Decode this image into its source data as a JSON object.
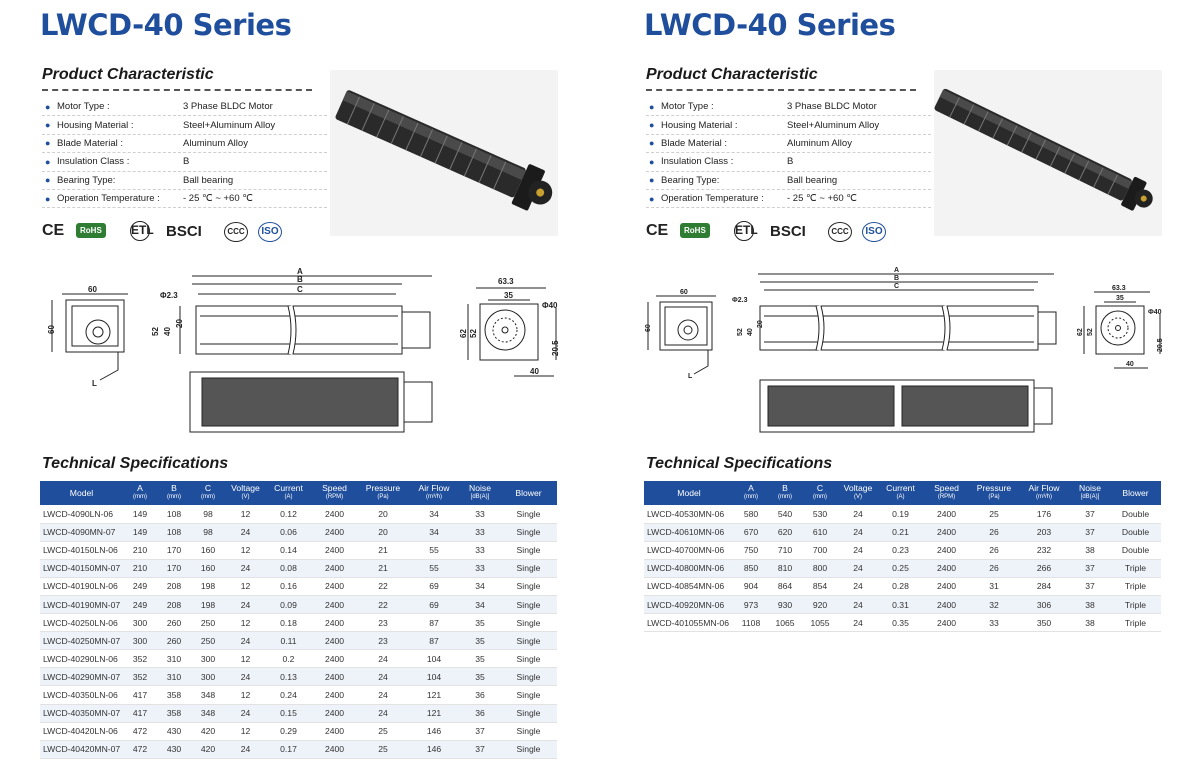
{
  "pages": [
    {
      "title": "LWCD-40 Series",
      "product_characteristic_title": "Product Characteristic",
      "characteristics": [
        {
          "key": "Motor Type :",
          "value": "3 Phase BLDC Motor"
        },
        {
          "key": "Housing Material :",
          "value": "Steel+Aluminum Alloy"
        },
        {
          "key": "Blade Material :",
          "value": "Aluminum Alloy"
        },
        {
          "key": "Insulation Class :",
          "value": "B"
        },
        {
          "key": "Bearing Type:",
          "value": "Ball bearing"
        },
        {
          "key": "Operation Temperature :",
          "value": "- 25 ℃ ~ +60 ℃"
        }
      ],
      "certifications": [
        "CE",
        "RoHS",
        "ETL",
        "BSCI",
        "CCC",
        "ISO"
      ],
      "drawing_labels": {
        "side_60_w": "60",
        "side_60_h": "60",
        "side_L": "L",
        "dia": "Φ2.3",
        "dim_A": "A",
        "dim_B": "B",
        "dim_C": "C",
        "dim_52": "52",
        "dim_40": "40",
        "dim_20": "20",
        "end_63": "63.3",
        "end_35": "35",
        "end_phi40": "Φ40",
        "end_62": "62",
        "end_52": "52",
        "end_20": "20.5",
        "end_40": "40"
      },
      "technical_specifications_title": "Technical Specifications",
      "table_headers": [
        {
          "label": "Model",
          "unit": ""
        },
        {
          "label": "A",
          "unit": "(mm)"
        },
        {
          "label": "B",
          "unit": "(mm)"
        },
        {
          "label": "C",
          "unit": "(mm)"
        },
        {
          "label": "Voltage",
          "unit": "(V)"
        },
        {
          "label": "Current",
          "unit": "(A)"
        },
        {
          "label": "Speed",
          "unit": "(RPM)"
        },
        {
          "label": "Pressure",
          "unit": "(Pa)"
        },
        {
          "label": "Air Flow",
          "unit": "(m³/h)"
        },
        {
          "label": "Noise",
          "unit": "[dB(A)]"
        },
        {
          "label": "Blower",
          "unit": ""
        }
      ],
      "table_rows": [
        [
          "LWCD-4090LN-06",
          "149",
          "108",
          "98",
          "12",
          "0.12",
          "2400",
          "20",
          "34",
          "33",
          "Single"
        ],
        [
          "LWCD-4090MN-07",
          "149",
          "108",
          "98",
          "24",
          "0.06",
          "2400",
          "20",
          "34",
          "33",
          "Single"
        ],
        [
          "LWCD-40150LN-06",
          "210",
          "170",
          "160",
          "12",
          "0.14",
          "2400",
          "21",
          "55",
          "33",
          "Single"
        ],
        [
          "LWCD-40150MN-07",
          "210",
          "170",
          "160",
          "24",
          "0.08",
          "2400",
          "21",
          "55",
          "33",
          "Single"
        ],
        [
          "LWCD-40190LN-06",
          "249",
          "208",
          "198",
          "12",
          "0.16",
          "2400",
          "22",
          "69",
          "34",
          "Single"
        ],
        [
          "LWCD-40190MN-07",
          "249",
          "208",
          "198",
          "24",
          "0.09",
          "2400",
          "22",
          "69",
          "34",
          "Single"
        ],
        [
          "LWCD-40250LN-06",
          "300",
          "260",
          "250",
          "12",
          "0.18",
          "2400",
          "23",
          "87",
          "35",
          "Single"
        ],
        [
          "LWCD-40250MN-07",
          "300",
          "260",
          "250",
          "24",
          "0.11",
          "2400",
          "23",
          "87",
          "35",
          "Single"
        ],
        [
          "LWCD-40290LN-06",
          "352",
          "310",
          "300",
          "12",
          "0.2",
          "2400",
          "24",
          "104",
          "35",
          "Single"
        ],
        [
          "LWCD-40290MN-07",
          "352",
          "310",
          "300",
          "24",
          "0.13",
          "2400",
          "24",
          "104",
          "35",
          "Single"
        ],
        [
          "LWCD-40350LN-06",
          "417",
          "358",
          "348",
          "12",
          "0.24",
          "2400",
          "24",
          "121",
          "36",
          "Single"
        ],
        [
          "LWCD-40350MN-07",
          "417",
          "358",
          "348",
          "24",
          "0.15",
          "2400",
          "24",
          "121",
          "36",
          "Single"
        ],
        [
          "LWCD-40420LN-06",
          "472",
          "430",
          "420",
          "12",
          "0.29",
          "2400",
          "25",
          "146",
          "37",
          "Single"
        ],
        [
          "LWCD-40420MN-07",
          "472",
          "430",
          "420",
          "24",
          "0.17",
          "2400",
          "25",
          "146",
          "37",
          "Single"
        ]
      ]
    },
    {
      "title": "LWCD-40 Series",
      "product_characteristic_title": "Product Characteristic",
      "characteristics": [
        {
          "key": "Motor Type :",
          "value": "3 Phase BLDC Motor"
        },
        {
          "key": "Housing Material :",
          "value": "Steel+Aluminum Alloy"
        },
        {
          "key": "Blade Material :",
          "value": "Aluminum Alloy"
        },
        {
          "key": "Insulation Class :",
          "value": "B"
        },
        {
          "key": "Bearing Type:",
          "value": "Ball bearing"
        },
        {
          "key": "Operation Temperature :",
          "value": "- 25 ℃ ~ +60 ℃"
        }
      ],
      "certifications": [
        "CE",
        "RoHS",
        "ETL",
        "BSCI",
        "CCC",
        "ISO"
      ],
      "drawing_labels": {
        "side_60_w": "60",
        "side_60_h": "60",
        "side_L": "L",
        "dia": "Φ2.3",
        "dim_A": "A",
        "dim_B": "B",
        "dim_C": "C",
        "dim_52": "52",
        "dim_40": "40",
        "dim_20": "20",
        "end_63": "63.3",
        "end_35": "35",
        "end_phi40": "Φ40",
        "end_62": "62",
        "end_52": "52",
        "end_20": "20.5",
        "end_40": "40"
      },
      "technical_specifications_title": "Technical Specifications",
      "table_headers": [
        {
          "label": "Model",
          "unit": ""
        },
        {
          "label": "A",
          "unit": "(mm)"
        },
        {
          "label": "B",
          "unit": "(mm)"
        },
        {
          "label": "C",
          "unit": "(mm)"
        },
        {
          "label": "Voltage",
          "unit": "(V)"
        },
        {
          "label": "Current",
          "unit": "(A)"
        },
        {
          "label": "Speed",
          "unit": "(RPM)"
        },
        {
          "label": "Pressure",
          "unit": "(Pa)"
        },
        {
          "label": "Air Flow",
          "unit": "(m³/h)"
        },
        {
          "label": "Noise",
          "unit": "[dB(A)]"
        },
        {
          "label": "Blower",
          "unit": ""
        }
      ],
      "table_rows": [
        [
          "LWCD-40530MN-06",
          "580",
          "540",
          "530",
          "24",
          "0.19",
          "2400",
          "25",
          "176",
          "37",
          "Double"
        ],
        [
          "LWCD-40610MN-06",
          "670",
          "620",
          "610",
          "24",
          "0.21",
          "2400",
          "26",
          "203",
          "37",
          "Double"
        ],
        [
          "LWCD-40700MN-06",
          "750",
          "710",
          "700",
          "24",
          "0.23",
          "2400",
          "26",
          "232",
          "38",
          "Double"
        ],
        [
          "LWCD-40800MN-06",
          "850",
          "810",
          "800",
          "24",
          "0.25",
          "2400",
          "26",
          "266",
          "37",
          "Triple"
        ],
        [
          "LWCD-40854MN-06",
          "904",
          "864",
          "854",
          "24",
          "0.28",
          "2400",
          "31",
          "284",
          "37",
          "Triple"
        ],
        [
          "LWCD-40920MN-06",
          "973",
          "930",
          "920",
          "24",
          "0.31",
          "2400",
          "32",
          "306",
          "38",
          "Triple"
        ],
        [
          "LWCD-401055MN-06",
          "1108",
          "1065",
          "1055",
          "24",
          "0.35",
          "2400",
          "33",
          "350",
          "38",
          "Triple"
        ]
      ]
    }
  ]
}
